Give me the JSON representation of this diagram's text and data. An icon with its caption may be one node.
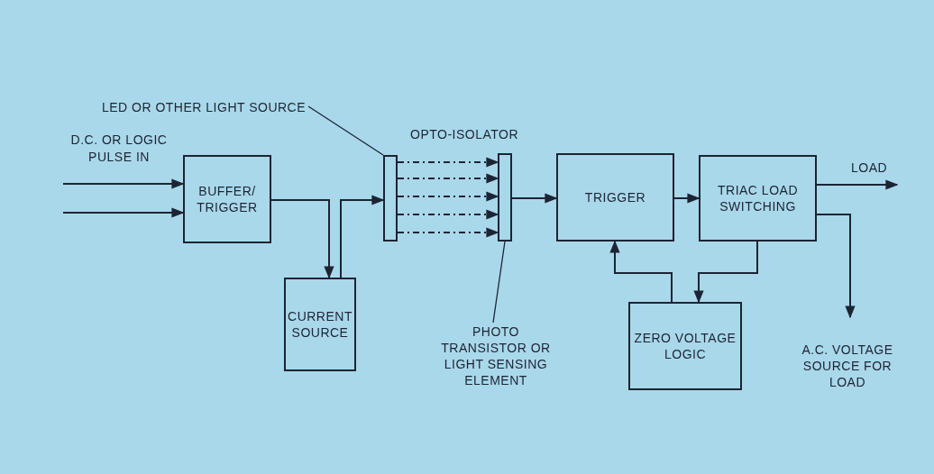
{
  "diagram": {
    "nodes": [
      {
        "text": [
          "BUFFER/ TRIGGER"
        ]
      },
      {
        "text": [
          "CURRENT SOURCE"
        ]
      },
      {
        "text": [
          "LED OR OTHER LIGHT SOURCE"
        ]
      },
      {
        "text": [],
        "shape": "box"
      },
      {
        "text": [],
        "shape": "box"
      },
      {
        "text": [
          "PHOTO TRANSISTOR OR LIGHT SENSING ELEMENT"
        ]
      },
      {
        "text": [
          "TRIGGER"
        ]
      },
      {
        "text": [
          "TRIAC LOAD SWITCHING"
        ]
      },
      {
        "text": [
          "ZERO VOLTAGE LOGIC"
        ]
      },
      {
        "text": [
          "A.C. VOLTAGE SOURCE FOR LOAD"
        ]
      }
    ],
    "edges": [
      {
        "from": null,
        "to": 0,
        "arrow": "to"
      },
      {
        "from": null,
        "to": 0,
        "arrow": "to"
      },
      {
        "from": 0,
        "to": 1,
        "arrow": "to"
      },
      {
        "from": 1,
        "to": 3,
        "arrow": "to"
      },
      {
        "from": 3,
        "to": 4,
        "arrow": "to",
        "style": "dashed"
      },
      {
        "from": 3,
        "to": 4,
        "arrow": "to",
        "style": "dashed"
      },
      {
        "from": 3,
        "to": 4,
        "arrow": "to",
        "style": "dashed"
      },
      {
        "from": 3,
        "to": 4,
        "arrow": "to",
        "style": "dashed"
      },
      {
        "from": 3,
        "to": 4,
        "arrow": "to",
        "style": "dashed"
      },
      {
        "from": 2,
        "to": 3,
        "arrow": "none"
      },
      {
        "from": 5,
        "to": 4,
        "arrow": "none"
      },
      {
        "from": 4,
        "to": 6,
        "arrow": "to"
      },
      {
        "from": 6,
        "to": 7,
        "arrow": "to"
      },
      {
        "from": 7,
        "to": 8,
        "arrow": "to"
      },
      {
        "from": 8,
        "to": 6,
        "arrow": "to"
      },
      {
        "from": 7,
        "to": null,
        "arrow": "to",
        "label": "LOAD"
      },
      {
        "from": 7,
        "to": 9,
        "arrow": "to"
      }
    ],
    "labels": [
      "D.C. OR LOGIC PULSE IN",
      "OPTO-ISOLATOR"
    ]
  }
}
